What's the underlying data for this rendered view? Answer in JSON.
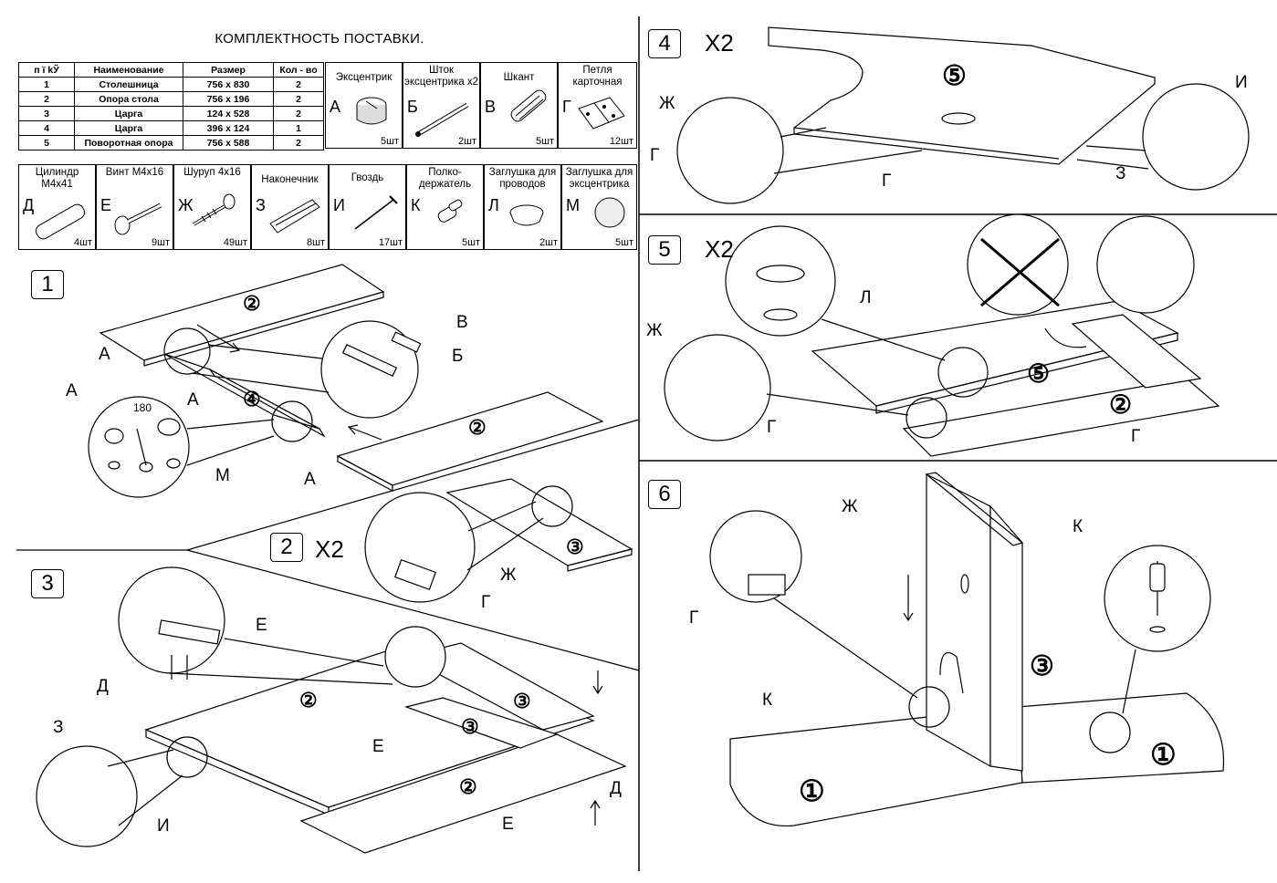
{
  "title": "КОМПЛЕКТНОСТЬ ПОСТАВКИ.",
  "table": {
    "headers": [
      "п ї kЎ",
      "Наименование",
      "Размер",
      "Кол - во"
    ],
    "rows": [
      [
        "1",
        "Столешница",
        "756 x 830",
        "2"
      ],
      [
        "2",
        "Опора стола",
        "756 x 196",
        "2"
      ],
      [
        "3",
        "Царга",
        "124 x 528",
        "2"
      ],
      [
        "4",
        "Царга",
        "396 x 124",
        "1"
      ],
      [
        "5",
        "Поворотная опора",
        "756 x 588",
        "2"
      ]
    ]
  },
  "hardware_top": [
    {
      "name": "Эксцентрик",
      "letter": "А",
      "qty": "5шт"
    },
    {
      "name": "Шток эксцентрика x2",
      "letter": "Б",
      "qty": "2шт"
    },
    {
      "name": "Шкант",
      "letter": "В",
      "qty": "5шт"
    },
    {
      "name": "Петля карточная",
      "letter": "Г",
      "qty": "12шт"
    }
  ],
  "hardware_bottom": [
    {
      "name": "Цилиндр М4х41",
      "letter": "Д",
      "qty": "4шт"
    },
    {
      "name": "Винт М4х16",
      "letter": "Е",
      "qty": "9шт"
    },
    {
      "name": "Шуруп 4х16",
      "letter": "Ж",
      "qty": "49шт"
    },
    {
      "name": "Наконечник",
      "letter": "З",
      "qty": "8шт"
    },
    {
      "name": "Гвоздь",
      "letter": "И",
      "qty": "17шт"
    },
    {
      "name": "Полко- держатель",
      "letter": "К",
      "qty": "5шт"
    },
    {
      "name": "Заглушка для проводов",
      "letter": "Л",
      "qty": "2шт"
    },
    {
      "name": "Заглушка для эксцентрика",
      "letter": "М",
      "qty": "5шт"
    }
  ],
  "steps": {
    "s1": {
      "num": "1",
      "labels": {
        "a1": "А",
        "a2": "А",
        "a3": "А",
        "a4": "А",
        "b": "Б",
        "v": "В",
        "m": "М",
        "deg": "180"
      },
      "parts": {
        "p2a": "②",
        "p2b": "②",
        "p4": "④"
      }
    },
    "s2": {
      "num": "2",
      "mult": "X2",
      "labels": {
        "zh": "Ж",
        "g": "Г"
      },
      "parts": {
        "p3": "③"
      }
    },
    "s3": {
      "num": "3",
      "labels": {
        "e1": "Е",
        "e2": "Е",
        "e3": "Е",
        "d1": "Д",
        "d2": "Д",
        "z": "З",
        "i": "И"
      },
      "parts": {
        "p2a": "②",
        "p2b": "②",
        "p3a": "③",
        "p3b": "③"
      }
    },
    "s4": {
      "num": "4",
      "mult": "X2",
      "labels": {
        "zh": "Ж",
        "g1": "Г",
        "g2": "Г",
        "i": "И",
        "z": "З"
      },
      "parts": {
        "p5": "⑤"
      }
    },
    "s5": {
      "num": "5",
      "mult": "X2",
      "labels": {
        "l": "Л",
        "zh": "Ж",
        "g1": "Г",
        "g2": "Г"
      },
      "parts": {
        "p5": "⑤",
        "p2": "②"
      }
    },
    "s6": {
      "num": "6",
      "labels": {
        "zh": "Ж",
        "g": "Г",
        "k1": "К",
        "k2": "К"
      },
      "parts": {
        "p3": "③",
        "p1a": "①",
        "p1b": "①"
      }
    }
  }
}
